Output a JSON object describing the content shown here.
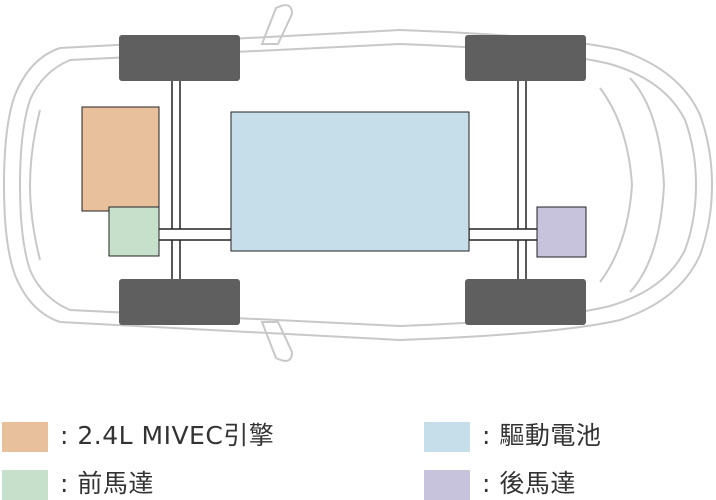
{
  "colors": {
    "engine": "#e8c09c",
    "front_motor": "#c6e0cb",
    "battery": "#c6ddea",
    "rear_motor": "#c8c3dd",
    "wheel": "#5f5f5f",
    "frame": "#ffffff",
    "outline": "#c8c8c8",
    "stroke": "#222222"
  },
  "legend": [
    {
      "key": "engine",
      "label": ": 2.4L MIVEC引擎"
    },
    {
      "key": "front_motor",
      "label": ": 前馬達"
    },
    {
      "key": "battery",
      "label": ": 驅動電池"
    },
    {
      "key": "rear_motor",
      "label": ": 後馬達"
    }
  ]
}
